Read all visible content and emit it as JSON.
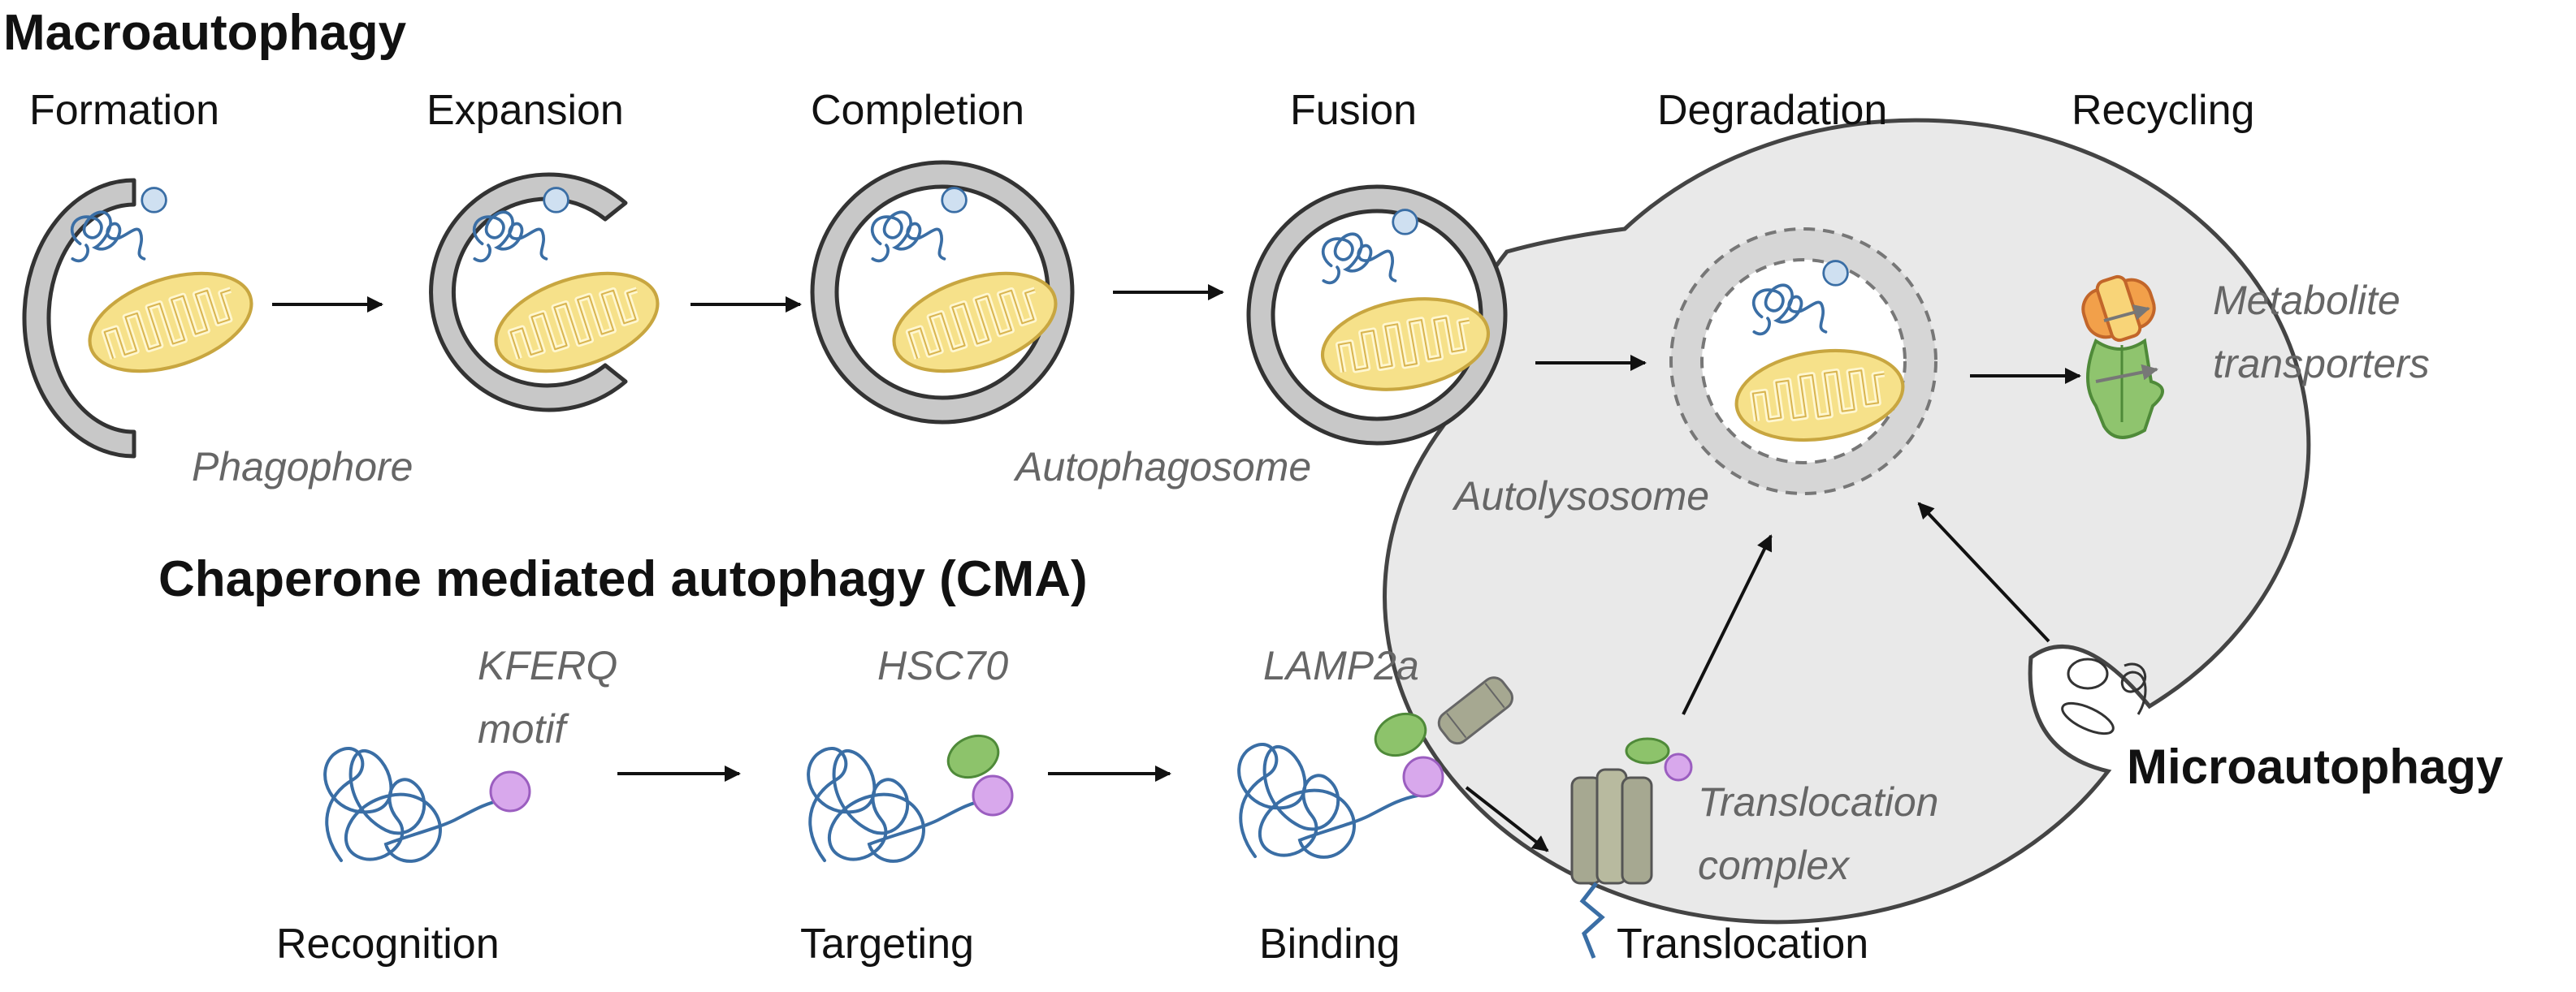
{
  "titles": {
    "macro": "Macroautophagy",
    "cma": "Chaperone mediated autophagy (CMA)",
    "micro": "Microautophagy"
  },
  "macro_stages": [
    "Formation",
    "Expansion",
    "Completion",
    "Fusion",
    "Degradation",
    "Recycling"
  ],
  "macro_notes": {
    "phagophore": "Phagophore",
    "autophagosome": "Autophagosome",
    "autolysosome": "Autolysosome",
    "metabolite_line1": "Metabolite",
    "metabolite_line2": "transporters"
  },
  "cma_stages": [
    "Recognition",
    "Targeting",
    "Binding",
    "Translocation"
  ],
  "cma_notes": {
    "kferq_line1": "KFERQ",
    "kferq_line2": "motif",
    "hsc70": "HSC70",
    "lamp2a": "LAMP2a",
    "translocation_complex_line1": "Translocation",
    "translocation_complex_line2": "complex"
  },
  "colors": {
    "membrane_gray": "#c8c8c8",
    "membrane_outline": "#333333",
    "lysosome_fill": "#e9e9e9",
    "mito_fill": "#f6e18a",
    "mito_outline": "#c8a640",
    "protein_blue": "#3a6ea5",
    "vesicle_blue": "#cfe0f1",
    "hsc70_green": "#8dc36b",
    "kferq_purple": "#d8a8ec",
    "lamp2a_gray": "#a6a891",
    "transporter_orange": "#f2a04a",
    "transporter_green": "#8fc46e",
    "label_gray": "#666666"
  }
}
